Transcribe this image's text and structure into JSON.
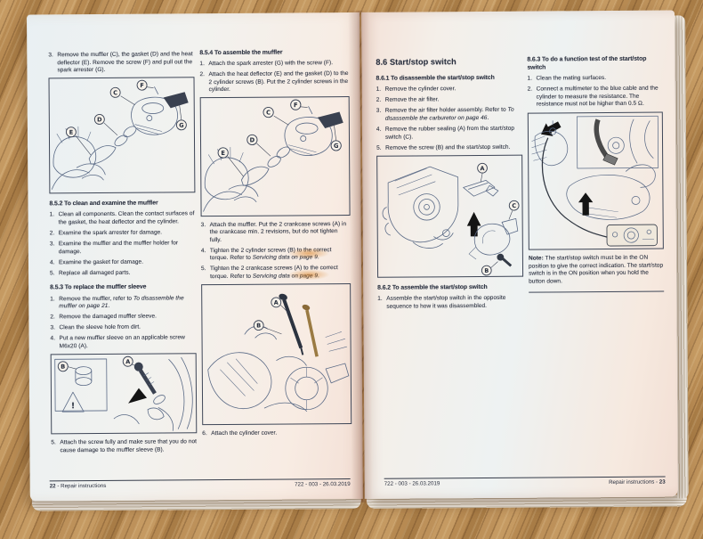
{
  "page_left": {
    "col1": {
      "step3": {
        "n": "3.",
        "t": "Remove the muffler (C), the gasket (D) and the heat deflector (E). Remove the screw (F) and pull out the spark arrester (G)."
      },
      "fig1": {
        "callouts": [
          "C",
          "F",
          "D",
          "E",
          "G"
        ]
      },
      "s852": {
        "heading": "8.5.2 To clean and examine the muffler",
        "steps": [
          {
            "n": "1.",
            "t": "Clean all components. Clean the contact surfaces of the gasket, the heat deflector and the cylinder."
          },
          {
            "n": "2.",
            "t": "Examine the spark arrester for damage."
          },
          {
            "n": "3.",
            "t": "Examine the muffler and the muffler holder for damage."
          },
          {
            "n": "4.",
            "t": "Examine the gasket for damage."
          },
          {
            "n": "5.",
            "t": "Replace all damaged parts."
          }
        ]
      },
      "s853": {
        "heading": "8.5.3 To replace the muffler sleeve",
        "steps": [
          {
            "n": "1.",
            "pre": "Remove the muffler, refer to ",
            "ref": "To disassemble the muffler on page 21",
            "post": "."
          },
          {
            "n": "2.",
            "t": "Remove the damaged muffler sleeve."
          },
          {
            "n": "3.",
            "t": "Clean the sleeve hole from dirt."
          },
          {
            "n": "4.",
            "t": "Put a new muffler sleeve on an applicable screw M6x20 (A)."
          }
        ],
        "fig": {
          "callouts": [
            "A",
            "B"
          ],
          "warning": "!"
        },
        "step5": {
          "n": "5.",
          "t": "Attach the screw fully and make sure that you do not cause damage to the muffler sleeve (B)."
        }
      }
    },
    "col2": {
      "s854": {
        "heading": "8.5.4 To assemble the muffler",
        "steps_a": [
          {
            "n": "1.",
            "t": "Attach the spark arrester (G) with the screw (F)."
          },
          {
            "n": "2.",
            "t": "Attach the heat deflector (E) and the gasket (D) to the 2 cylinder screws (B). Put the 2 cylinder screws in the cylinder."
          }
        ],
        "fig1": {
          "callouts": [
            "C",
            "F",
            "D",
            "E",
            "G"
          ]
        },
        "steps_b": [
          {
            "n": "3.",
            "t": "Attach the muffler. Put the 2 crankcase screws (A) in the crankcase min. 2 revisions, but do not tighten fully."
          },
          {
            "n": "4.",
            "pre": "Tighten the 2 cylinder screws (B) to the correct torque. Refer to ",
            "ref": "Servicing data on page 9",
            "post": "."
          },
          {
            "n": "5.",
            "pre": "Tighten the 2 crankcase screws (A) to the correct torque. Refer to ",
            "ref": "Servicing data on page 9",
            "post": "."
          }
        ],
        "fig2": {
          "callouts": [
            "A",
            "B"
          ]
        },
        "step6": {
          "n": "6.",
          "t": "Attach the cylinder cover."
        }
      }
    },
    "footer": {
      "num": "22",
      "label": " - Repair instructions",
      "code": "722 - 003 - 26.03.2019"
    }
  },
  "page_right": {
    "col1": {
      "heading86": "8.6 Start/stop switch",
      "s861": {
        "heading": "8.6.1 To disassemble the start/stop switch",
        "steps": [
          {
            "n": "1.",
            "t": "Remove the cylinder cover."
          },
          {
            "n": "2.",
            "t": "Remove the air filter."
          },
          {
            "n": "3.",
            "pre": "Remove the air filter holder assembly. Refer to ",
            "ref": "To disassemble the carburetor on page 46",
            "post": "."
          },
          {
            "n": "4.",
            "t": "Remove the rubber sealing (A) from the start/stop switch (C)."
          },
          {
            "n": "5.",
            "t": "Remove the screw (B) and the start/stop switch."
          }
        ],
        "fig": {
          "callouts": [
            "A",
            "C",
            "B"
          ]
        }
      },
      "s862": {
        "heading": "8.6.2 To assemble the start/stop switch",
        "steps": [
          {
            "n": "1.",
            "t": "Assemble the start/stop switch in the opposite sequence to how it was disassembled."
          }
        ]
      }
    },
    "col2": {
      "s863": {
        "heading": "8.6.3 To do a function test of the start/stop switch",
        "steps": [
          {
            "n": "1.",
            "t": "Clean the mating surfaces."
          },
          {
            "n": "2.",
            "t": "Connect a multimeter to the blue cable and the cylinder to measure the resistance. The resistance must not be higher than 0.5 Ω."
          }
        ],
        "note_label": "Note:",
        "note_text": " The start/stop switch must be in the ON position to give the correct indication. The start/stop switch is in the ON position when you hold the button down."
      }
    },
    "footer": {
      "code": "722 - 003 - 26.03.2019",
      "label": "Repair instructions - ",
      "num": "23"
    }
  }
}
